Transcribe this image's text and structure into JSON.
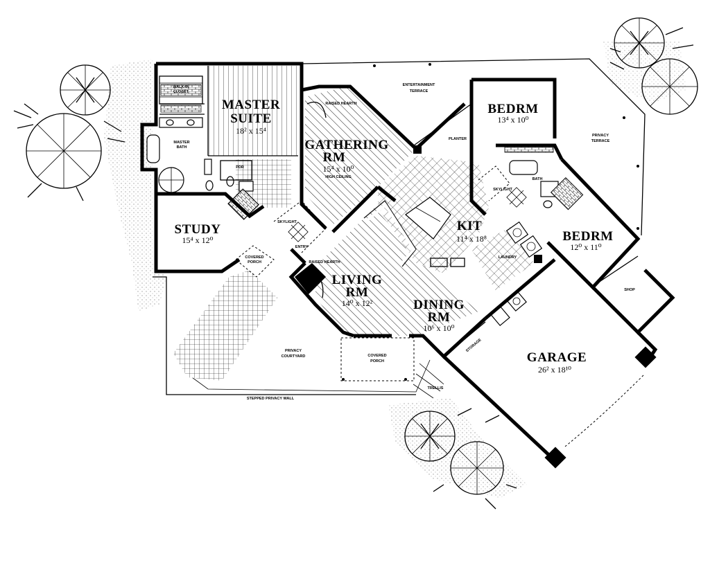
{
  "rooms": {
    "master_suite": {
      "name_line1": "MASTER",
      "name_line2": "SUITE",
      "dim": "18² x 15⁴"
    },
    "gathering_rm": {
      "name_line1": "GATHERING",
      "name_line2": "RM",
      "dim": "15⁴ x 10⁰",
      "note": "HIGH CEILING"
    },
    "bedrm_1": {
      "name": "BEDRM",
      "dim": "13⁴ x 10⁰"
    },
    "bedrm_2": {
      "name": "BEDRM",
      "dim": "12⁰ x 11⁰"
    },
    "study": {
      "name": "STUDY",
      "dim": "15⁴ x 12⁰"
    },
    "kit": {
      "name": "KIT",
      "dim": "11⁴ x 18⁸"
    },
    "living_rm": {
      "name_line1": "LIVING",
      "name_line2": "RM",
      "dim": "14⁰ x 12²"
    },
    "dining_rm": {
      "name_line1": "DINING",
      "name_line2": "RM",
      "dim": "10⁶ x 10⁰"
    },
    "garage": {
      "name": "GARAGE",
      "dim": "26² x 18¹⁰"
    }
  },
  "labels": {
    "entertainment_terrace_1": "ENTERTAINMENT",
    "entertainment_terrace_2": "TERRACE",
    "privacy_terrace_1": "PRIVACY",
    "privacy_terrace_2": "TERRACE",
    "walk_in_closet_1": "WALK-IN",
    "walk_in_closet_2": "CLOSET",
    "master_bath_1": "MASTER",
    "master_bath_2": "BATH",
    "covered_porch_1": "COVERED",
    "covered_porch_2": "PORCH",
    "covered_porch_b_1": "COVERED",
    "covered_porch_b_2": "PORCH",
    "privacy_courtyard_1": "PRIVACY",
    "privacy_courtyard_2": "COURTYARD",
    "stepped_privacy_wall": "STEPPED PRIVACY WALL",
    "planter": "PLANTER",
    "laundry": "LAUNDRY",
    "shop": "SHOP",
    "storage": "STORAGE",
    "skylight": "SKYLIGHT",
    "skylight_2": "SKYLIGHT",
    "entry": "ENTRY",
    "bath": "BATH",
    "pdr": "PDR",
    "raised_hearth": "RAISED HEARTH",
    "raised_hearth_2": "RAISED HEARTH",
    "trellis": "TRELLIS"
  }
}
